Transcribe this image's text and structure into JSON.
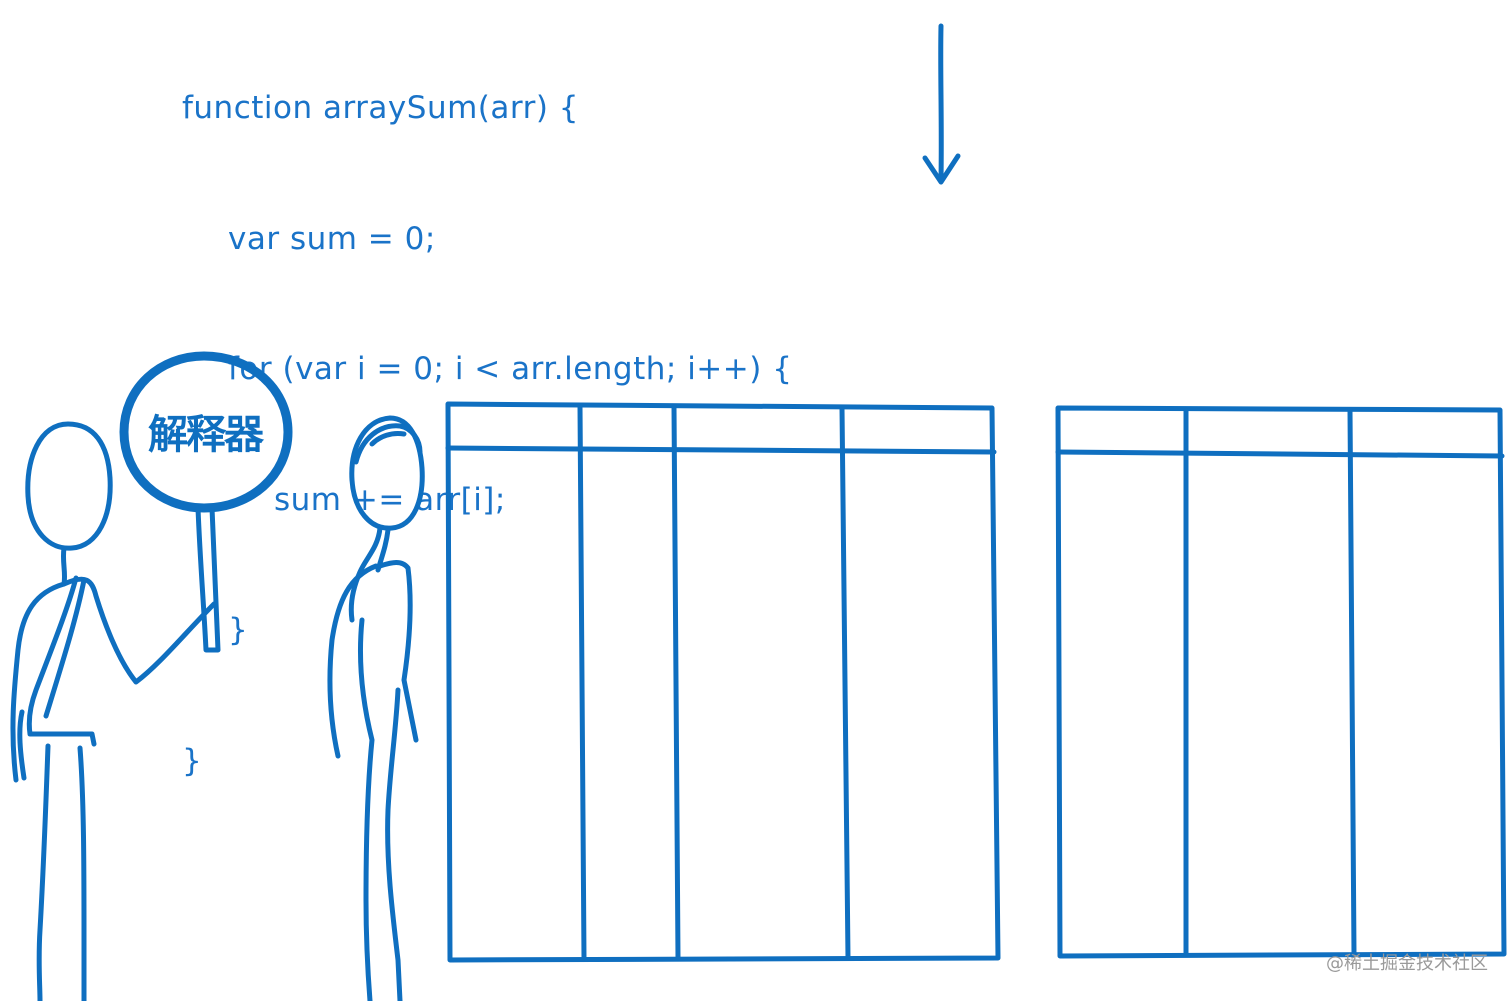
{
  "code": {
    "lines": [
      "function arraySum(arr) {",
      "var sum = 0;",
      "for (var i = 0; i < arr.length; i++) {",
      "sum += arr[i];",
      "}",
      "}"
    ]
  },
  "interpreter_sign": {
    "label": "解释器"
  },
  "watermark": {
    "text": "@稀土掘金技术社区"
  },
  "colors": {
    "ink": "#0f6fc0",
    "background": "#ffffff"
  }
}
